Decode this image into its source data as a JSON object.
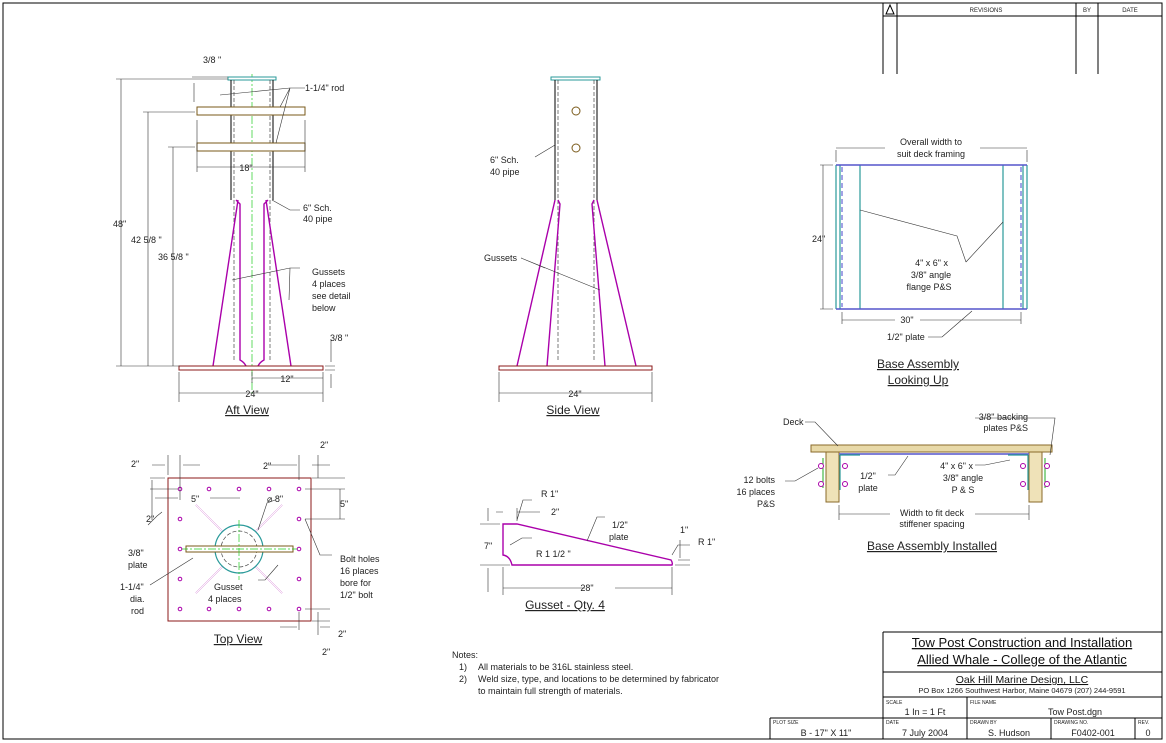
{
  "revisions": {
    "header": "REVISIONS",
    "by": "BY",
    "date": "DATE"
  },
  "title_block": {
    "title_line1": "Tow Post Construction and Installation",
    "title_line2": "Allied Whale - College of the Atlantic",
    "company": "Oak Hill Marine Design, LLC",
    "address": "PO Box 1266  Southwest Harbor, Maine  04679  (207) 244-9591",
    "scale_label": "SCALE",
    "scale": "1 In = 1 Ft",
    "file_label": "FILE NAME",
    "file": "Tow Post.dgn",
    "plot_label": "PLOT SIZE",
    "plot": "B - 17\" X 11\"",
    "date_label": "DATE",
    "date": "7 July 2004",
    "drawn_label": "DRAWN BY",
    "drawn": "S. Hudson",
    "dwg_label": "DRAWING NO.",
    "dwg": "F0402-001",
    "rev_label": "REV.",
    "rev": "0"
  },
  "aft_view": {
    "title": "Aft View",
    "d_top": "3/8 \"",
    "rod": "1-1/4\" rod",
    "d_18": "18\"",
    "pipe1": "6\" Sch.",
    "pipe2": "40 pipe",
    "d_48": "48\"",
    "d_42": "42 5/8 \"",
    "d_36": "36 5/8 \"",
    "gus1": "Gussets",
    "gus2": "4 places",
    "gus3": "see detail",
    "gus4": "below",
    "d_base": "3/8 \"",
    "d_12": "12\"",
    "d_24": "24\""
  },
  "side_view": {
    "title": "Side View",
    "pipe1": "6\" Sch.",
    "pipe2": "40 pipe",
    "gussets": "Gussets",
    "d_24": "24\""
  },
  "base_up": {
    "title1": "Base Assembly",
    "title2": "Looking Up",
    "overall1": "Overall width to",
    "overall2": "suit deck framing",
    "d_24": "24\"",
    "d_30": "30\"",
    "angle1": "4\" x 6\" x",
    "angle2": "3/8\" angle",
    "angle3": "flange P&S",
    "plate": "1/2\" plate"
  },
  "installed": {
    "title": "Base Assembly Installed",
    "deck": "Deck",
    "backing1": "3/8\" backing",
    "backing2": "plates P&S",
    "bolts1": "12 bolts",
    "bolts2": "16 places",
    "bolts3": "P&S",
    "plate1": "1/2\"",
    "plate2": "plate",
    "angle1": "4\" x 6\" x",
    "angle2": "3/8\" angle",
    "angle3": "P & S",
    "width1": "Width to fit deck",
    "width2": "stiffener spacing"
  },
  "top_view": {
    "title": "Top View",
    "d2a": "2\"",
    "d2b": "2\"",
    "d2c": "2\"",
    "d2d": "2\"",
    "d2e": "2\"",
    "d2f": "2\"",
    "d5a": "5\"",
    "d5b": "5\"",
    "dia": "⌀ 8\"",
    "plate1": "3/8\"",
    "plate2": "plate",
    "rod1": "1-1/4\"",
    "rod2": "dia.",
    "rod3": "rod",
    "gus1": "Gusset",
    "gus2": "4 places",
    "bolt1": "Bolt holes",
    "bolt2": "16 places",
    "bolt3": "bore for",
    "bolt4": "1/2\" bolt"
  },
  "gusset": {
    "title": "Gusset - Qty. 4",
    "r1a": "R 1\"",
    "d2": "2\"",
    "plate1": "1/2\"",
    "plate2": "plate",
    "d7": "7\"",
    "r15": "R 1 1/2 \"",
    "d1": "1\"",
    "r1b": "R 1\"",
    "d28": "28\""
  },
  "notes": {
    "heading": "Notes:",
    "items": [
      {
        "num": "1)",
        "text": "All materials to be 316L stainless steel."
      },
      {
        "num": "2)",
        "text": "Weld size, type, and locations to be determined by fabricator"
      }
    ],
    "cont": "to maintain full strength of materials."
  }
}
